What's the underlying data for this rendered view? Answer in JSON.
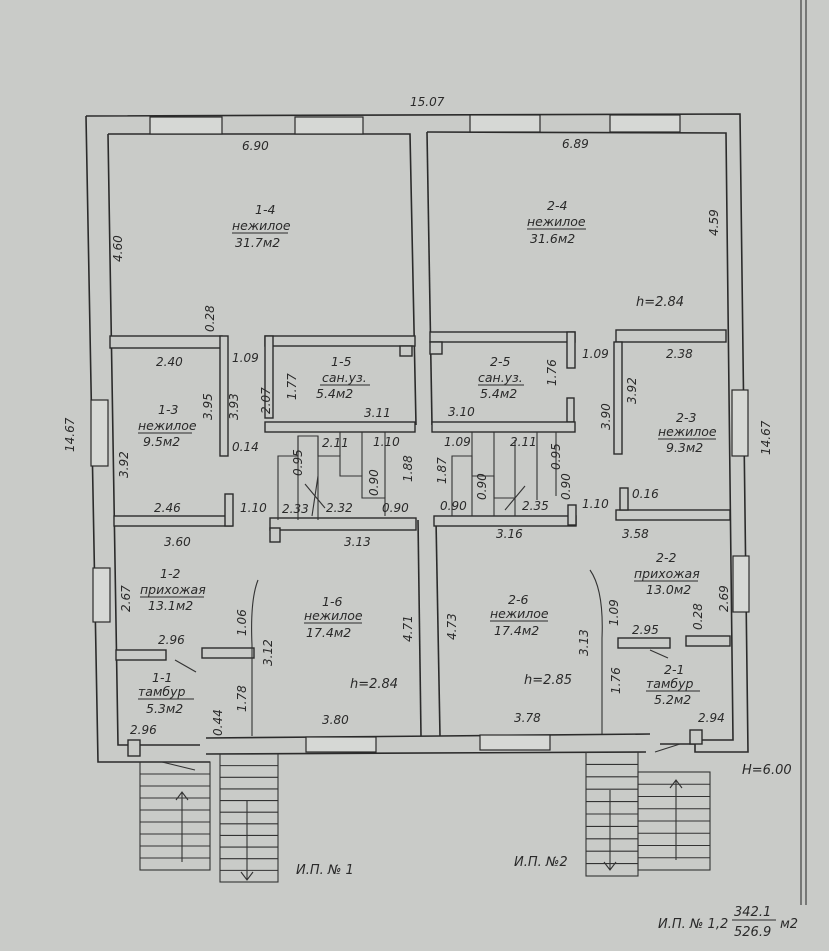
{
  "overall": {
    "width": "15.07",
    "depth_left": "14.67",
    "depth_right": "14.67",
    "building_height": "H=6.00"
  },
  "units": [
    {
      "name": "И.П. № 1",
      "rooms": [
        {
          "id": "1-4",
          "type": "нежилое",
          "area": "31.7м2"
        },
        {
          "id": "1-5",
          "type": "сан.уз.",
          "area": "5.4м2"
        },
        {
          "id": "1-3",
          "type": "нежилое",
          "area": "9.5м2"
        },
        {
          "id": "1-2",
          "type": "прихожая",
          "area": "13.1м2"
        },
        {
          "id": "1-6",
          "type": "нежилое",
          "area": "17.4м2"
        },
        {
          "id": "1-1",
          "type": "тамбур",
          "area": "5.3м2"
        }
      ],
      "ceiling_heights": [
        "h=2.84"
      ],
      "dimensions": [
        "6.90",
        "4.60",
        "0.28",
        "2.40",
        "1.09",
        "3.95",
        "3.93",
        "2.07",
        "1.77",
        "3.11",
        "3.92",
        "0.14",
        "2.11",
        "1.10",
        "0.95",
        "1.88",
        "0.90",
        "2.46",
        "1.10",
        "2.33",
        "2.32",
        "0.90",
        "3.60",
        "3.13",
        "2.67",
        "1.06",
        "3.12",
        "4.71",
        "2.96",
        "1.78",
        "0.44",
        "3.80",
        "2.96"
      ]
    },
    {
      "name": "И.П. №2",
      "rooms": [
        {
          "id": "2-4",
          "type": "нежилое",
          "area": "31.6м2"
        },
        {
          "id": "2-5",
          "type": "сан.уз.",
          "area": "5.4м2"
        },
        {
          "id": "2-3",
          "type": "нежилое",
          "area": "9.3м2"
        },
        {
          "id": "2-2",
          "type": "прихожая",
          "area": "13.0м2"
        },
        {
          "id": "2-6",
          "type": "нежилое",
          "area": "17.4м2"
        },
        {
          "id": "2-1",
          "type": "тамбур",
          "area": "5.2м2"
        }
      ],
      "ceiling_heights": [
        "h=2.84",
        "h=2.85"
      ],
      "dimensions": [
        "6.89",
        "4.59",
        "1.09",
        "2.38",
        "1.76",
        "3.10",
        "3.92",
        "3.90",
        "1.09",
        "2.11",
        "0.95",
        "1.87",
        "0.90",
        "0.90",
        "2.35",
        "0.90",
        "1.10",
        "0.16",
        "3.58",
        "3.16",
        "2.69",
        "4.73",
        "3.13",
        "1.09",
        "0.28",
        "2.95",
        "1.76",
        "3.78",
        "2.94"
      ]
    }
  ],
  "total": {
    "label": "И.П. № 1,2",
    "numerator": "342.1",
    "denominator": "526.9",
    "unit": "м2"
  },
  "colors": {
    "paper": "#c9cbc8",
    "ink": "#2b2b2b",
    "window_fill": "#d6d8d5"
  }
}
